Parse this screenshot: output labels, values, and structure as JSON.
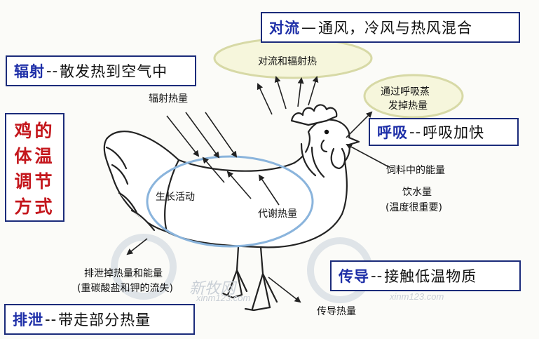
{
  "title": "鸡的体温调节方式",
  "boxes": {
    "convection": {
      "key": "对流",
      "dash": "—",
      "text": "通风，冷风与热风混合"
    },
    "radiation": {
      "key": "辐射",
      "dash": "--",
      "text": "散发热到空气中"
    },
    "breathing": {
      "key": "呼吸",
      "dash": "--",
      "text": "呼吸加快"
    },
    "conduction": {
      "key": "传导",
      "dash": "--",
      "text": "接触低温物质"
    },
    "excretion": {
      "key": "排泄",
      "dash": "--",
      "text": "带走部分热量"
    }
  },
  "labels": {
    "convection_heat": "对流和辐射热",
    "radiation_heat": "辐射热量",
    "breath_line1": "通过呼吸蒸",
    "breath_line2": "发掉热量",
    "growth": "生长活动",
    "metabolic_heat": "代谢热量",
    "feed_energy": "饲料中的能量",
    "water": "饮水量",
    "water_note": "(温度很重要)",
    "excretion_line1": "排泄掉热量和能量",
    "excretion_line2": "(重碳酸盐和钾的流失)",
    "conduction_heat": "传导热量"
  },
  "watermark": {
    "url1": "xinm123.com",
    "url2": "xinm123.com",
    "site": "新牧网"
  },
  "colors": {
    "box_border": "#1b2b7a",
    "key_blue": "#1e2fa8",
    "title_red": "#c4161c",
    "ellipse_fill": "#f6f6dc",
    "ellipse_stroke": "#d7d9a6",
    "body_ellipse": "#8ab4dc"
  }
}
